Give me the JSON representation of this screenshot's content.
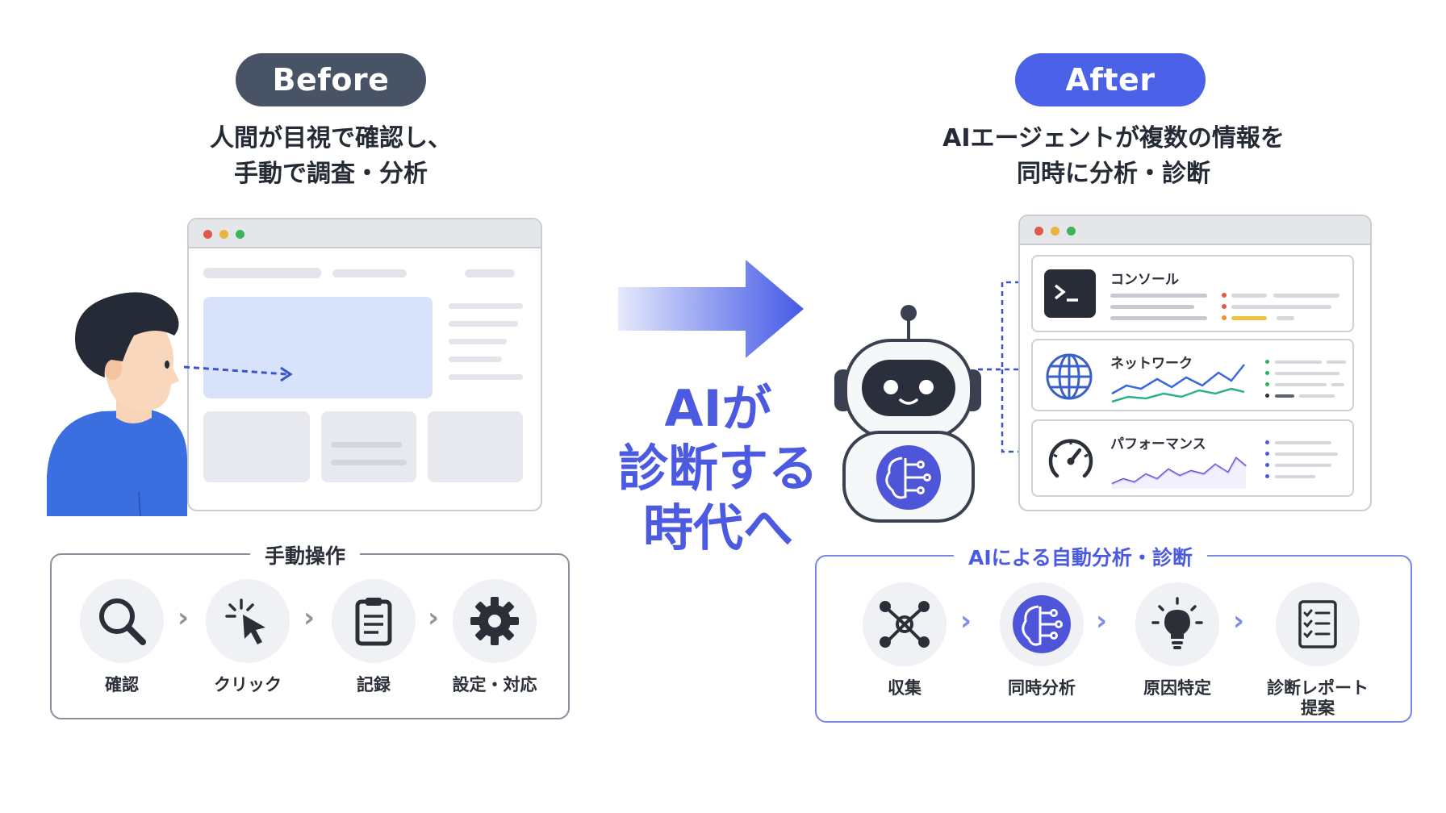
{
  "before": {
    "pill_label": "Before",
    "subtitle_line1": "人間が目視で確認し、",
    "subtitle_line2": "手動で調査・分析",
    "process_title": "手動操作",
    "steps": [
      {
        "label": "確認",
        "icon": "magnifier-icon"
      },
      {
        "label": "クリック",
        "icon": "cursor-click-icon"
      },
      {
        "label": "記録",
        "icon": "clipboard-icon"
      },
      {
        "label": "設定・対応",
        "icon": "gear-icon"
      }
    ]
  },
  "center": {
    "line1": "AIが",
    "line2": "診断する",
    "line3": "時代へ"
  },
  "after": {
    "pill_label": "After",
    "subtitle_line1": "AIエージェントが複数の情報を",
    "subtitle_line2": "同時に分析・診断",
    "panels": [
      {
        "title": "コンソール",
        "icon": "terminal-icon"
      },
      {
        "title": "ネットワーク",
        "icon": "globe-icon"
      },
      {
        "title": "パフォーマンス",
        "icon": "speedometer-icon"
      }
    ],
    "process_title": "AIによる自動分析・診断",
    "steps": [
      {
        "label": "収集",
        "icon": "network-nodes-icon"
      },
      {
        "label": "同時分析",
        "icon": "ai-brain-icon"
      },
      {
        "label": "原因特定",
        "icon": "lightbulb-icon"
      },
      {
        "label": "診断レポート",
        "label2": "提案",
        "icon": "checklist-icon"
      }
    ]
  },
  "colors": {
    "before_pill": "#485365",
    "after_pill": "#4a61e8",
    "accent_blue": "#4c5ae2",
    "person_shirt": "#3b6fe0",
    "highlight_area": "#d8e3fb"
  }
}
